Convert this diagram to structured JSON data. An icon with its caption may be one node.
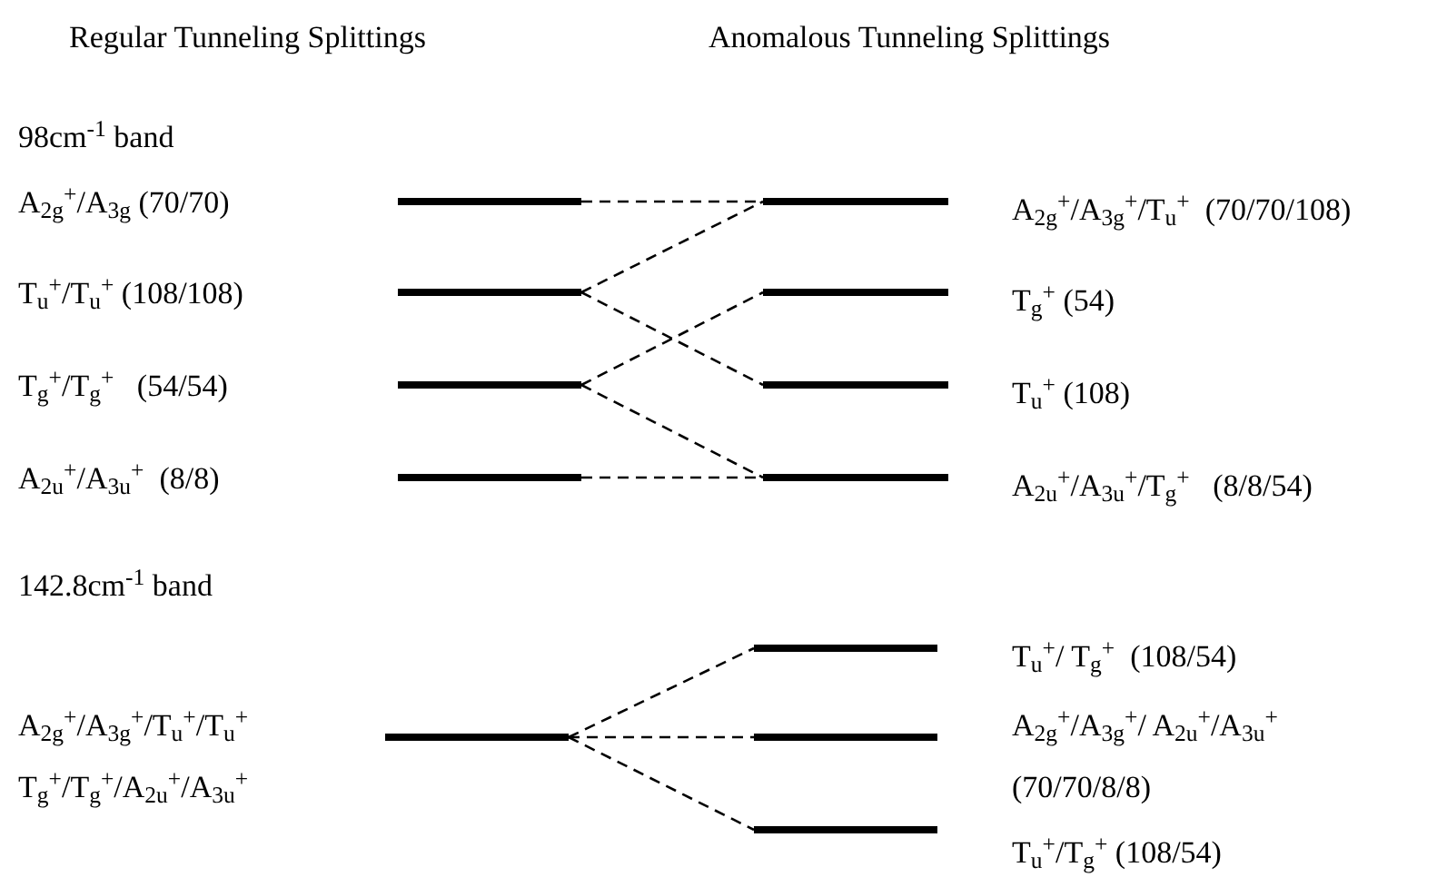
{
  "diagram": {
    "nodes": [
      {
        "text": [],
        "shape": "bar"
      },
      {
        "text": [],
        "shape": "bar",
        "beside": [
          "A$_{2g}$$^{+}$/A$_{3g}$$^{+}$/T$_{u}$$^{+}$  (70/70/108)"
        ]
      },
      {
        "text": [],
        "shape": "bar"
      },
      {
        "text": [],
        "shape": "bar",
        "beside": [
          "T$_{g}$$^{+}$ (54)"
        ]
      },
      {
        "text": [],
        "shape": "bar"
      },
      {
        "text": [],
        "shape": "bar",
        "beside": [
          "T$_{u}$$^{+}$ (108)"
        ]
      },
      {
        "text": [],
        "shape": "bar"
      },
      {
        "text": [],
        "shape": "bar",
        "beside": [
          "A$_{2u}$$^{+}$/A$_{3u}$$^{+}$/T$_{g}$$^{+}$   (8/8/54)"
        ]
      },
      {
        "text": [],
        "shape": "bar",
        "beside": [
          "T$_{u}$$^{+}$/ T$_{g}$$^{+}$  (108/54)"
        ]
      },
      {
        "text": [],
        "shape": "bar"
      },
      {
        "text": [],
        "shape": "bar",
        "beside": [
          "A$_{2g}$$^{+}$/A$_{3g}$$^{+}$/ A$_{2u}$$^{+}$/A$_{3u}$$^{+}$  (70/70/8/8)"
        ]
      },
      {
        "text": [],
        "shape": "bar",
        "beside": [
          "T$_{u}$$^{+}$/T$_{g}$$^{+}$ (108/54)"
        ]
      }
    ],
    "edges": [
      {
        "from": 0,
        "to": 1,
        "arrow": "none",
        "style": "dashed"
      },
      {
        "from": 2,
        "to": 1,
        "arrow": "none",
        "style": "dashed"
      },
      {
        "from": 2,
        "to": 5,
        "arrow": "none",
        "style": "dashed"
      },
      {
        "from": 4,
        "to": 3,
        "arrow": "none",
        "style": "dashed"
      },
      {
        "from": 4,
        "to": 7,
        "arrow": "none",
        "style": "dashed"
      },
      {
        "from": 6,
        "to": 7,
        "arrow": "none",
        "style": "dashed"
      },
      {
        "from": 9,
        "to": 8,
        "arrow": "none",
        "style": "dashed"
      },
      {
        "from": 9,
        "to": 10,
        "arrow": "none",
        "style": "dashed"
      },
      {
        "from": 9,
        "to": 11,
        "arrow": "none",
        "style": "dashed"
      }
    ],
    "labels": [
      "Regular Tunneling Splittings",
      "Anomalous Tunneling Splittings",
      "98cm$^{-1}$ band",
      "A$_{2g}$$^{+}$/A$_{3g}$ (70/70)",
      "T$_{u}$$^{+}$/T$_{u}$$^{+}$ (108/108)",
      "T$_{g}$$^{+}$/T$_{g}$$^{+}$   (54/54)",
      "A$_{2u}$$^{+}$/A$_{3u}$$^{+}$  (8/8)",
      "142.8cm$^{-1}$ band",
      "A$_{2g}$$^{+}$/A$_{3g}$$^{+}$/T$_{u}$$^{+}$/T$_{u}$$^{+}$ T$_{g}$$^{+}$/T$_{g}$$^{+}$/A$_{2u}$$^{+}$/A$_{3u}$$^{+}$"
    ]
  }
}
